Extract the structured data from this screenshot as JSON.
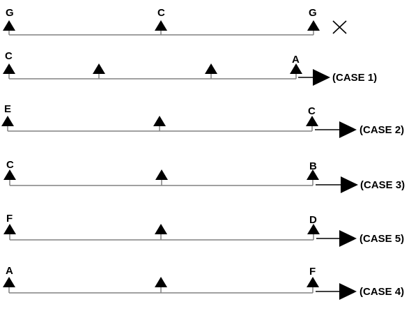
{
  "diagram": {
    "rows": [
      {
        "left_label": "G",
        "middle_label": "C",
        "right_label": "G",
        "case_label": "",
        "status": "rejected",
        "status_icon": "cross-icon",
        "middle_supports": 1
      },
      {
        "left_label": "C",
        "middle_label": "",
        "right_label": "A",
        "case_label": "(CASE 1)",
        "status": "accepted",
        "status_icon": "arrow-right-icon",
        "middle_supports": 2
      },
      {
        "left_label": "E",
        "middle_label": "",
        "right_label": "C",
        "case_label": "(CASE 2)",
        "status": "accepted",
        "status_icon": "arrow-right-icon",
        "middle_supports": 1
      },
      {
        "left_label": "C",
        "middle_label": "",
        "right_label": "B",
        "case_label": "(CASE 3)",
        "status": "accepted",
        "status_icon": "arrow-right-icon",
        "middle_supports": 1
      },
      {
        "left_label": "F",
        "middle_label": "",
        "right_label": "D",
        "case_label": "(CASE 5)",
        "status": "accepted",
        "status_icon": "arrow-right-icon",
        "middle_supports": 1
      },
      {
        "left_label": "A",
        "middle_label": "",
        "right_label": "F",
        "case_label": "(CASE 4)",
        "status": "accepted",
        "status_icon": "arrow-right-icon",
        "middle_supports": 1
      }
    ],
    "colors": {
      "ink": "#000000",
      "beam": "#808080",
      "background": "#ffffff"
    }
  }
}
